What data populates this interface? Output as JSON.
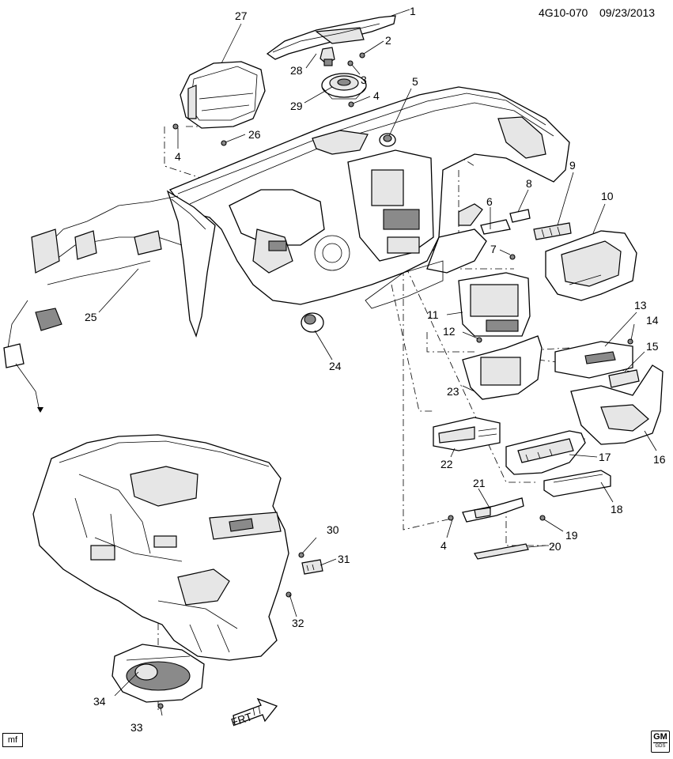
{
  "header": {
    "diagram_id": "4G10-070",
    "date": "09/23/2013"
  },
  "callouts": [
    {
      "id": "c1",
      "label": "1"
    },
    {
      "id": "c2",
      "label": "2"
    },
    {
      "id": "c3",
      "label": "3"
    },
    {
      "id": "c4a",
      "label": "4"
    },
    {
      "id": "c4b",
      "label": "4"
    },
    {
      "id": "c4c",
      "label": "4"
    },
    {
      "id": "c5",
      "label": "5"
    },
    {
      "id": "c6",
      "label": "6"
    },
    {
      "id": "c7",
      "label": "7"
    },
    {
      "id": "c8",
      "label": "8"
    },
    {
      "id": "c9",
      "label": "9"
    },
    {
      "id": "c10",
      "label": "10"
    },
    {
      "id": "c11",
      "label": "11"
    },
    {
      "id": "c12",
      "label": "12"
    },
    {
      "id": "c13",
      "label": "13"
    },
    {
      "id": "c14",
      "label": "14"
    },
    {
      "id": "c15",
      "label": "15"
    },
    {
      "id": "c16",
      "label": "16"
    },
    {
      "id": "c17",
      "label": "17"
    },
    {
      "id": "c18",
      "label": "18"
    },
    {
      "id": "c19",
      "label": "19"
    },
    {
      "id": "c20",
      "label": "20"
    },
    {
      "id": "c21",
      "label": "21"
    },
    {
      "id": "c22",
      "label": "22"
    },
    {
      "id": "c23",
      "label": "23"
    },
    {
      "id": "c24",
      "label": "24"
    },
    {
      "id": "c25",
      "label": "25"
    },
    {
      "id": "c26",
      "label": "26"
    },
    {
      "id": "c27",
      "label": "27"
    },
    {
      "id": "c28",
      "label": "28"
    },
    {
      "id": "c29",
      "label": "29"
    },
    {
      "id": "c30",
      "label": "30"
    },
    {
      "id": "c31",
      "label": "31"
    },
    {
      "id": "c32",
      "label": "32"
    },
    {
      "id": "c33",
      "label": "33"
    },
    {
      "id": "c34",
      "label": "34"
    }
  ],
  "front_arrow": {
    "label": "FRT"
  },
  "footer": {
    "artist_code": "mf",
    "logo_letters": "GM",
    "logo_sub": "GDS"
  }
}
